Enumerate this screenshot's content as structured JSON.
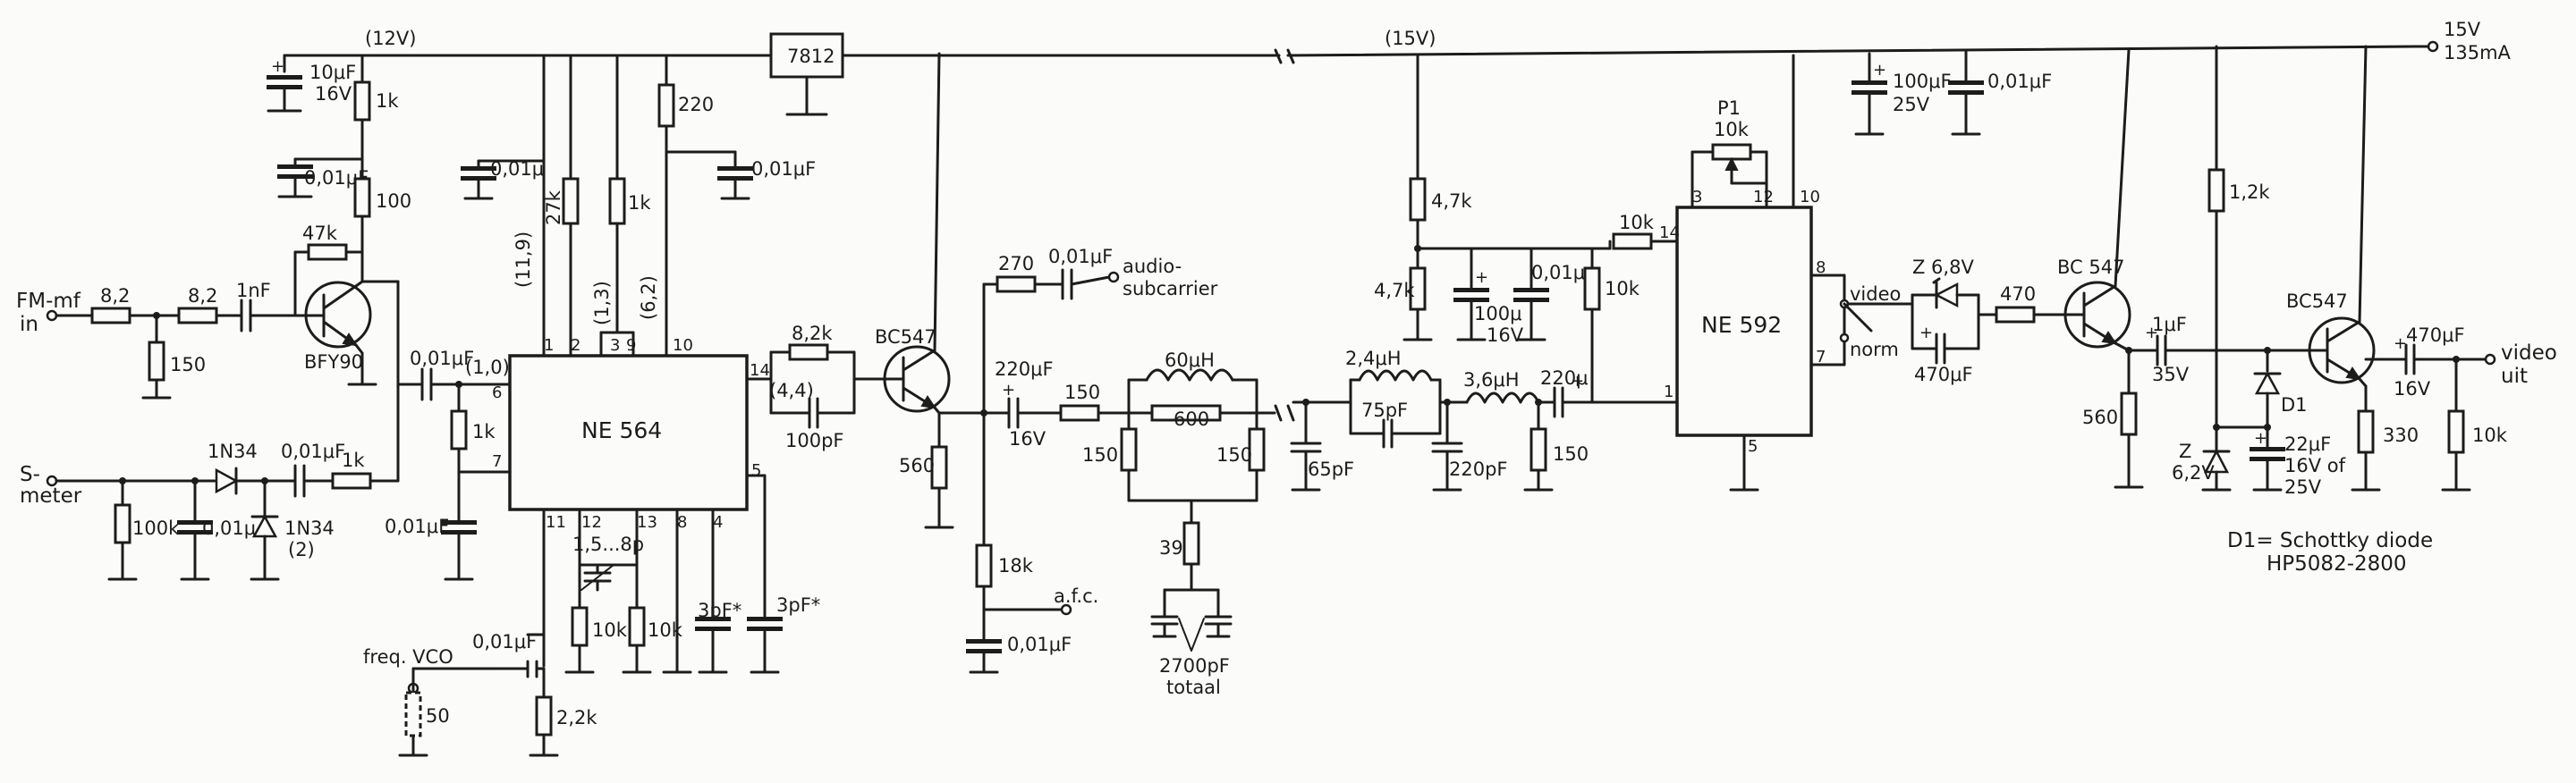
{
  "rails": {
    "v12": "(12V)",
    "v15": "(15V)",
    "supply_v": "15V",
    "supply_i": "135mA"
  },
  "regulator": "7812",
  "ics": {
    "ne564": "NE 564",
    "ne592": "NE 592"
  },
  "transistors": {
    "bfy90": "BFY90",
    "bc547": "BC547",
    "bc547_out1": "BC 547",
    "bc547_out2": "BC547"
  },
  "io": {
    "fm_in_1": "FM-mf",
    "fm_in_2": "in",
    "s_meter_1": "S-",
    "s_meter_2": "meter",
    "freq_vco": "freq. VCO",
    "audio_1": "audio-",
    "audio_2": "subcarrier",
    "afc": "a.f.c.",
    "video_1": "video",
    "video_2": "uit",
    "sw_video": "video",
    "sw_norm": "norm"
  },
  "labels": {
    "c10u": "10μF",
    "c10u_v": "16V",
    "r1k_a": "1k",
    "c001_a": "0,01μF",
    "r100": "100",
    "r47k": "47k",
    "r82_a": "8,2",
    "r82_b": "8,2",
    "c1n": "1nF",
    "r150_a": "150",
    "c001_b": "0,01μF",
    "pin_10v": "(1,0)",
    "r1k_b": "1k",
    "c001_c": "0,01μF",
    "d1n34_a": "1N34",
    "c001_d": "0,01μF",
    "r1k_c": "1k",
    "r100k": "100k",
    "c001u_e": "0,01μ",
    "d1n34_b": "1N34",
    "d1n34_b2": "(2)",
    "c001u_f": "0,01μ",
    "r27k": "27k",
    "r1k_d": "1k",
    "r220": "220",
    "c001_g": "0,01μF",
    "v119": "(11,9)",
    "v13": "(1,3)",
    "v62": "(6,2)",
    "v44": "(4,4)",
    "r82k": "8,2k",
    "c100p": "100pF",
    "c15_8p": "1,5...8p",
    "r10k_a": "10k",
    "r10k_b": "10k",
    "c3p_a": "3pF*",
    "c3p_b": "3pF*",
    "c001_h": "0,01μF",
    "r50": "50",
    "r22k": "2,2k",
    "r560_a": "560",
    "r270": "270",
    "c001_i": "0,01μF",
    "c220u": "220μF",
    "c220u_v": "16V",
    "r150_b": "150",
    "r18k": "18k",
    "c001_j": "0,01μF",
    "l60u": "60μH",
    "r600": "600",
    "r150_c": "150",
    "r150_d": "150",
    "r39": "39",
    "c2700p": "2700pF",
    "c2700p_2": "totaal",
    "l24u": "2,4μH",
    "c75p": "75pF",
    "l36u": "3,6μH",
    "c220u_b": "220μ",
    "c65p": "65pF",
    "c220p": "220pF",
    "r150_e": "150",
    "r47k_a": "4,7k",
    "r47k_b": "4,7k",
    "c100u": "100μ",
    "c100u_v": "16V",
    "c001u_k": "0,01μ",
    "r10k_c": "10k",
    "r10k_d": "10k",
    "p1": "P1",
    "p1_val": "10k",
    "c100u_b": "100μF",
    "c100u_b_v": "25V",
    "c001_l": "0,01μF",
    "z68": "Z 6,8V",
    "r470": "470",
    "c470u": "470μF",
    "r560_b": "560",
    "c1u": "1μF",
    "c1u_v": "35V",
    "r12k": "1,2k",
    "d1": "D1",
    "z62_a": "Z",
    "z62_b": "6,2V",
    "c22u": "22μF",
    "c22u_v1": "16V of",
    "c22u_v2": "25V",
    "r330": "330",
    "c470u_b": "470μF",
    "c470u_b_v": "16V",
    "r10k_e": "10k",
    "note_1": "D1= Schottky diode",
    "note_2": "HP5082-2800"
  },
  "pins": {
    "ne564": [
      "1",
      "2",
      "3",
      "9",
      "10",
      "14",
      "6",
      "7",
      "5",
      "11",
      "12",
      "13",
      "8",
      "4"
    ],
    "ne592": [
      "3",
      "12",
      "10",
      "14",
      "8",
      "7",
      "1",
      "5"
    ]
  }
}
